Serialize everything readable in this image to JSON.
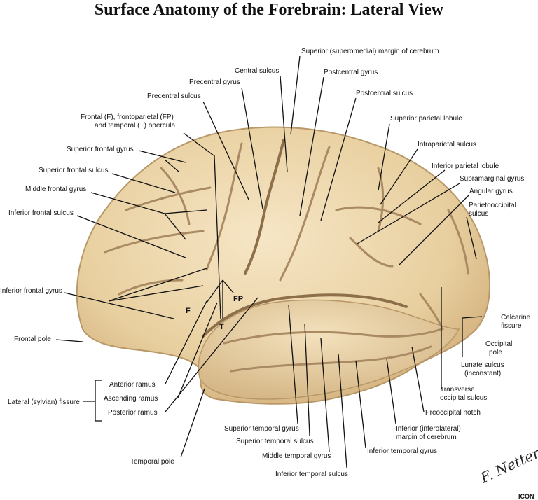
{
  "title": "Surface Anatomy of the Forebrain: Lateral View",
  "labels": {
    "superior_margin": "Superior (superomedial) margin of cerebrum",
    "central_sulcus": "Central sulcus",
    "postcentral_gyrus": "Postcentral gyrus",
    "precentral_gyrus": "Precentral gyrus",
    "postcentral_sulcus": "Postcentral sulcus",
    "precentral_sulcus": "Precentral sulcus",
    "opercula_line1": "Frontal (F), frontoparietal (FP)",
    "opercula_line2": "and temporal (T) opercula",
    "superior_parietal_lobule": "Superior parietal lobule",
    "superior_frontal_gyrus": "Superior frontal gyrus",
    "intraparietal_sulcus": "Intraparietal sulcus",
    "superior_frontal_sulcus": "Superior frontal sulcus",
    "inferior_parietal_lobule": "Inferior parietal lobule",
    "middle_frontal_gyrus": "Middle frontal gyrus",
    "supramarginal_gyrus": "Supramarginal gyrus",
    "angular_gyrus": "Angular gyrus",
    "inferior_frontal_sulcus": "Inferior frontal sulcus",
    "parietooccipital_line1": "Parietooccipital",
    "parietooccipital_line2": "sulcus",
    "inferior_frontal_gyrus": "Inferior frontal gyrus",
    "fp_marker": "FP",
    "f_marker": "F",
    "t_marker": "T",
    "calcarine_line1": "Calcarine",
    "calcarine_line2": "fissure",
    "frontal_pole": "Frontal pole",
    "occipital_pole_line1": "Occipital",
    "occipital_pole_line2": "pole",
    "lunate_line1": "Lunate sulcus",
    "lunate_line2": "(inconstant)",
    "anterior_ramus": "Anterior ramus",
    "transverse_occipital_line1": "Transverse",
    "transverse_occipital_line2": "occipital sulcus",
    "lateral_fissure": "Lateral (sylvian) fissure",
    "ascending_ramus": "Ascending ramus",
    "posterior_ramus": "Posterior ramus",
    "preoccipital_notch": "Preoccipital notch",
    "inferior_margin_line1": "Inferior (inferolateral)",
    "inferior_margin_line2": "margin of cerebrum",
    "superior_temporal_gyrus": "Superior temporal gyrus",
    "superior_temporal_sulcus": "Superior temporal sulcus",
    "inferior_temporal_gyrus": "Inferior temporal gyrus",
    "middle_temporal_gyrus": "Middle temporal gyrus",
    "temporal_pole": "Temporal pole",
    "inferior_temporal_sulcus": "Inferior temporal sulcus"
  },
  "signature": {
    "name": "F. Netter M.D.",
    "mark": "ICON"
  },
  "colors": {
    "brain_fill": "#ecd6ad",
    "brain_shade": "#d4b584",
    "brain_outline": "#b89868",
    "text": "#111111"
  }
}
